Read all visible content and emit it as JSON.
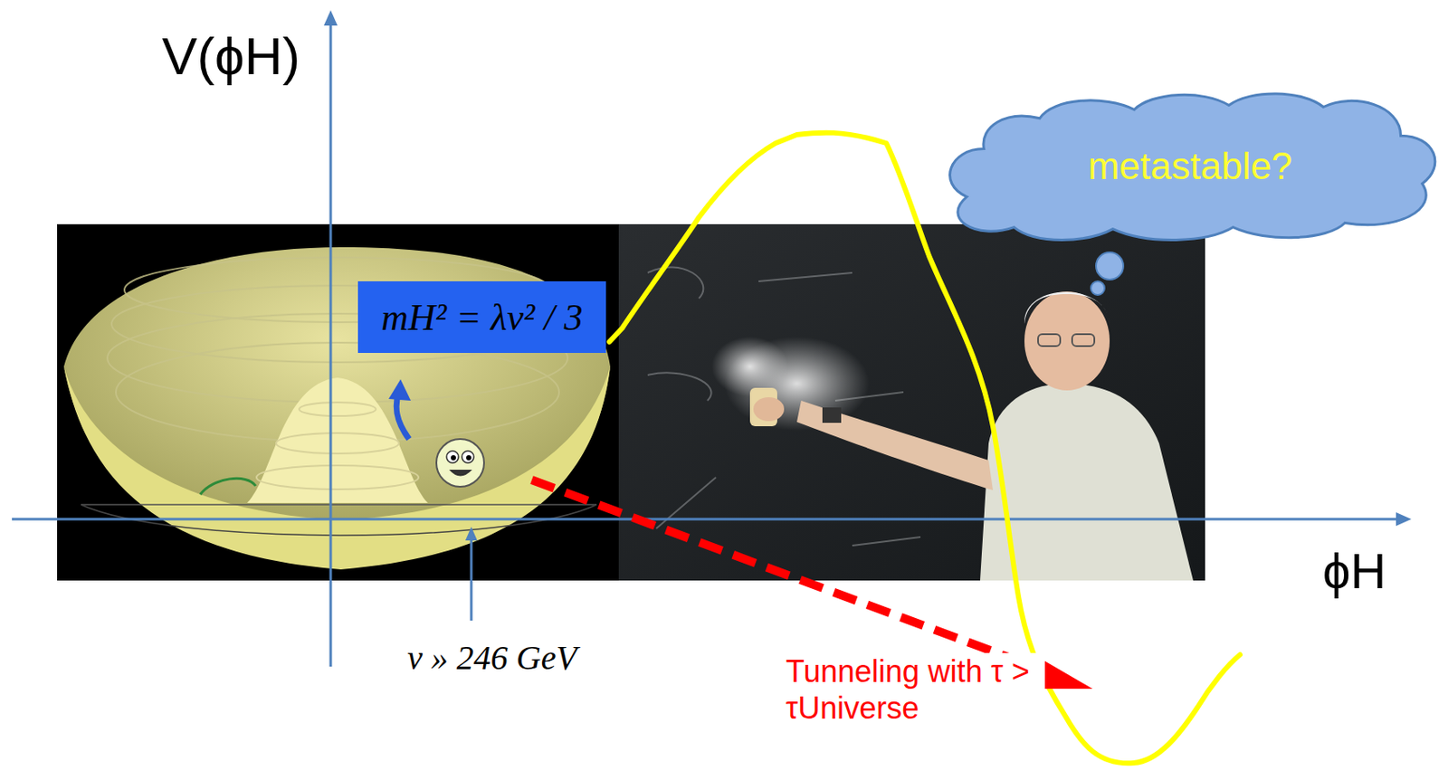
{
  "diagram": {
    "nodes": [
      {
        "text": [
          "mH² = λv² / 3"
        ]
      },
      {
        "text": [
          "metastable?"
        ]
      }
    ],
    "labels": [
      "V(ϕH)",
      "ϕH",
      "v » 246 GeV",
      "Tunneling with τ > τUniverse"
    ]
  }
}
